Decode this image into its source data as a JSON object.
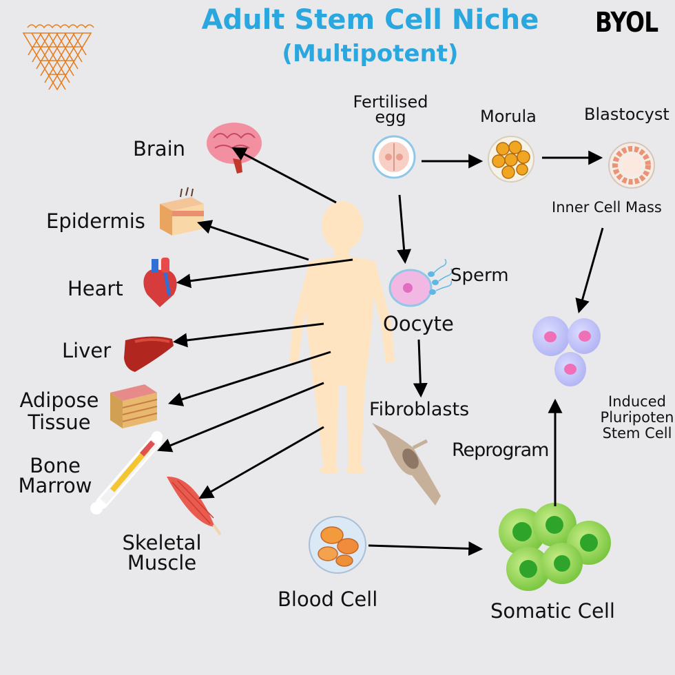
{
  "title": "Adult Stem Cell Niche",
  "subtitle": "(Multipotent)",
  "brand": "BYOL",
  "accent_color": "#2ba7df",
  "body_color": "#fee4c1",
  "arrow_color": "#000000",
  "organs": {
    "brain": "Brain",
    "epidermis": "Epidermis",
    "heart": "Heart",
    "liver": "Liver",
    "adipose_line1": "Adipose",
    "adipose_line2": "Tissue",
    "bone_line1": "Bone",
    "bone_line2": "Marrow",
    "skeletal_line1": "Skeletal",
    "skeletal_line2": "Muscle"
  },
  "embryo": {
    "fertilised_line1": "Fertilised",
    "fertilised_line2": "egg",
    "morula": "Morula",
    "blastocyst": "Blastocyst",
    "inner_cell_mass": "Inner Cell Mass"
  },
  "cells": {
    "sperm": "Sperm",
    "oocyte": "Oocyte",
    "fibroblasts": "Fibroblasts",
    "reprogram": "Reprogram",
    "blood_cell": "Blood Cell",
    "somatic_cell": "Somatic Cell",
    "ipsc_line1": "Induced",
    "ipsc_line2": "Pluripoten",
    "ipsc_line3": "Stem Cell"
  },
  "icons": [
    "triangle-logo-icon",
    "human-body-icon",
    "brain-icon",
    "skin-icon",
    "heart-icon",
    "liver-icon",
    "adipose-icon",
    "bone-icon",
    "muscle-icon",
    "egg-icon",
    "morula-icon",
    "blastocyst-icon",
    "oocyte-icon",
    "sperm-icon",
    "fibroblast-icon",
    "blood-cell-icon",
    "somatic-cell-icon",
    "ipsc-icon"
  ]
}
